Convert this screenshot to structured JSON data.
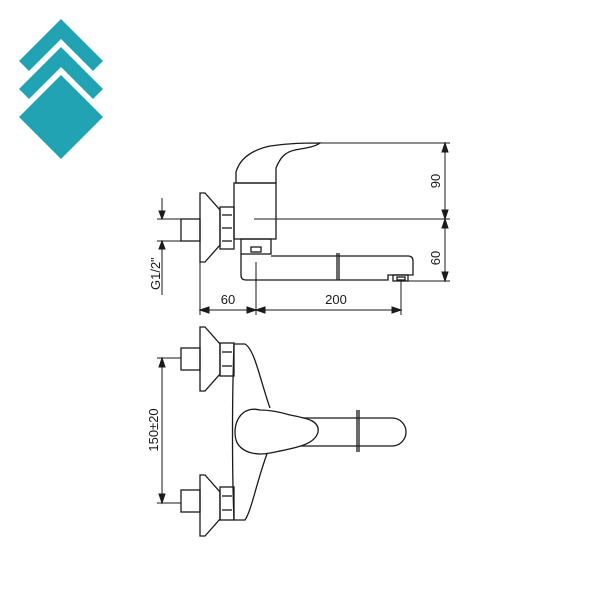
{
  "logo": {
    "name": "brand-logo",
    "color": "#21a3b4"
  },
  "side_view": {
    "dimensions": {
      "pipe_thread": "G1/2\"",
      "wall_to_spout_axis": "60",
      "spout_reach": "200",
      "lever_height": "90",
      "spout_height": "60"
    }
  },
  "top_view": {
    "dimensions": {
      "inlet_spacing": "150±20"
    }
  },
  "colors": {
    "line": "#1a1a1a",
    "background": "#ffffff",
    "accent": "#21a3b4"
  }
}
